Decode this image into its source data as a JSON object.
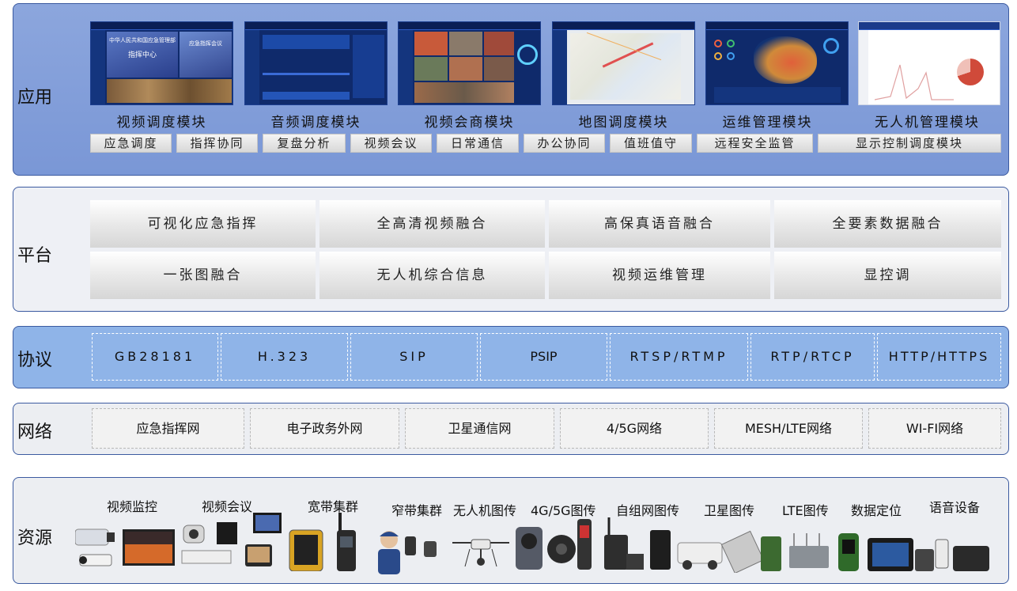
{
  "layers": {
    "application": {
      "label": "应用",
      "modules": [
        "视频调度模块",
        "音频调度模块",
        "视频会商模块",
        "地图调度模块",
        "运维管理模块",
        "无人机管理模块"
      ],
      "thumb_texts": [
        "中华人民共和国应急管理部",
        "指挥中心",
        "应急指挥会议"
      ],
      "functions": [
        "应急调度",
        "指挥协同",
        "复盘分析",
        "视频会议",
        "日常通信",
        "办公协同",
        "值班值守",
        "远程安全监管",
        "显示控制调度模块"
      ]
    },
    "platform": {
      "label": "平台",
      "items": [
        "可视化应急指挥",
        "全高清视频融合",
        "高保真语音融合",
        "全要素数据融合",
        "一张图融合",
        "无人机综合信息",
        "视频运维管理",
        "显控调"
      ]
    },
    "protocol": {
      "label": "协议",
      "items": [
        "GB28181",
        "H.323",
        "SIP",
        "PSIP",
        "RTSP/RTMP",
        "RTP/RTCP",
        "HTTP/HTTPS"
      ]
    },
    "network": {
      "label": "网络",
      "items": [
        "应急指挥网",
        "电子政务外网",
        "卫星通信网",
        "4/5G网络",
        "MESH/LTE网络",
        "WI-FI网络"
      ]
    },
    "resource": {
      "label": "资源",
      "items": [
        "视频监控",
        "视频会议",
        "宽带集群",
        "窄带集群",
        "无人机图传",
        "4G/5G图传",
        "自组网图传",
        "卫星图传",
        "LTE图传",
        "数据定位",
        "语音设备"
      ]
    }
  },
  "colors": {
    "app_bg": "#7f9bd8",
    "protocol_bg": "#8fb4e8",
    "border": "#3b5aa0",
    "screen_bg": "#0f2a6b"
  }
}
